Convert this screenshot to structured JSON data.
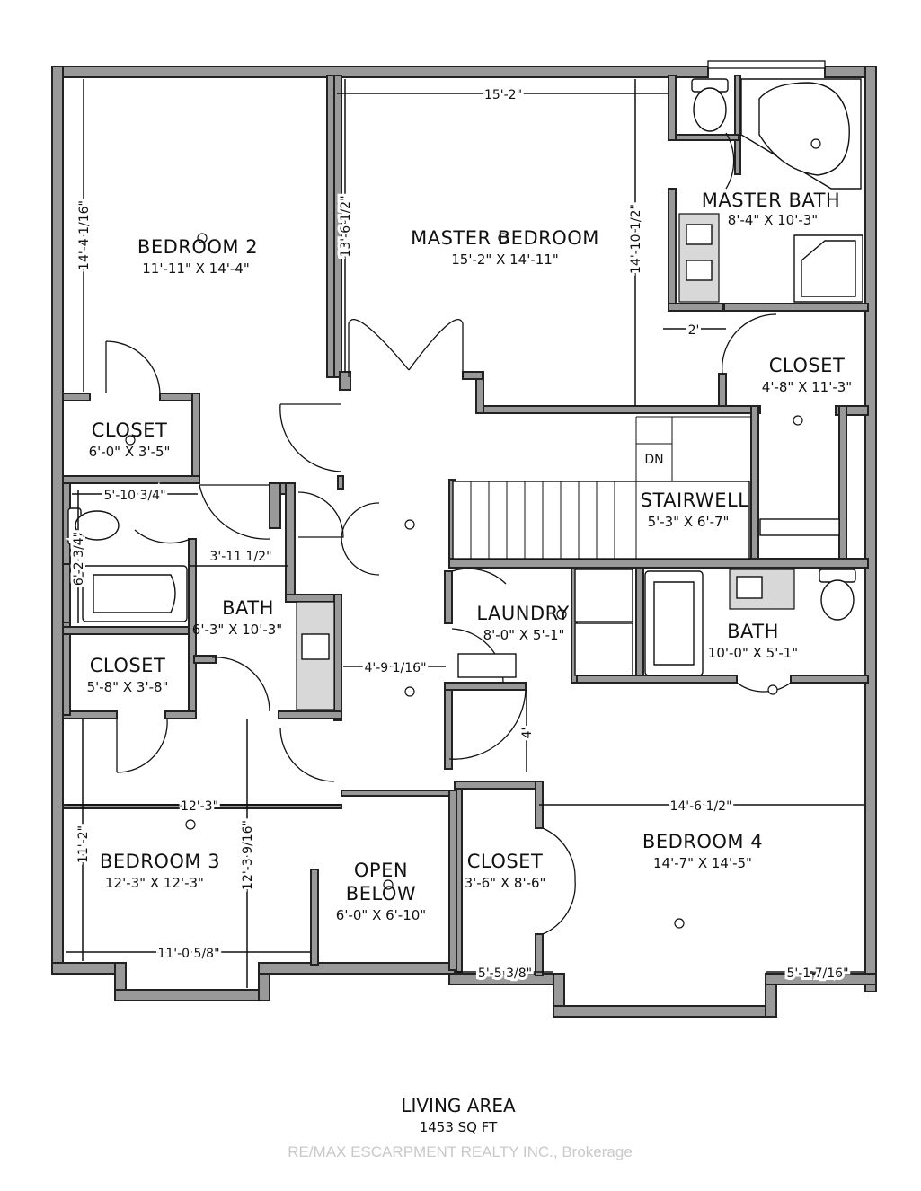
{
  "rooms": {
    "bedroom2": {
      "name": "BEDROOM 2",
      "dims": "11'-11\" X 14'-4\""
    },
    "master_bedroom": {
      "name": "MASTER BEDROOM",
      "dims": "15'-2\" X 14'-11\""
    },
    "master_bath": {
      "name": "MASTER BATH",
      "dims": "8'-4\" X 10'-3\""
    },
    "closet_master": {
      "name": "CLOSET",
      "dims": "4'-8\" X 11'-3\""
    },
    "closet_b2": {
      "name": "CLOSET",
      "dims": "6'-0\" X 3'-5\""
    },
    "stairwell": {
      "name": "STAIRWELL",
      "dims": "5'-3\" X 6'-7\""
    },
    "bath_main": {
      "name": "BATH",
      "dims": "6'-3\" X 10'-3\""
    },
    "laundry": {
      "name": "LAUNDRY",
      "dims": "8'-0\" X 5'-1\""
    },
    "bath_right": {
      "name": "BATH",
      "dims": "10'-0\" X 5'-1\""
    },
    "closet_b3": {
      "name": "CLOSET",
      "dims": "5'-8\" X 3'-8\""
    },
    "bedroom3": {
      "name": "BEDROOM 3",
      "dims": "12'-3\" X 12'-3\""
    },
    "open_below": {
      "name1": "OPEN",
      "name2": "BELOW",
      "dims": "6'-0\" X 6'-10\""
    },
    "closet_b4": {
      "name": "CLOSET",
      "dims": "3'-6\" X 8'-6\""
    },
    "bedroom4": {
      "name": "BEDROOM 4",
      "dims": "14'-7\" X 14'-5\""
    }
  },
  "dimensions": {
    "d_15_2": "15'-2\"",
    "d_14_4_1_16": "14'-4 1/16\"",
    "d_13_6_1_2": "13'-6 1/2\"",
    "d_14_10_1_2": "14'-10 1/2\"",
    "d_2": "2'",
    "d_5_10_3_4": "5'-10 3/4\"",
    "d_6_2_3_4": "6'-2 3/4\"",
    "d_3_11_1_2": "3'-11 1/2\"",
    "d_4_9_1_16": "4'-9 1/16\"",
    "d_4": "4'",
    "d_12_3": "12'-3\"",
    "d_11_2": "11'-2\"",
    "d_12_3_9_16": "12'-3 9/16\"",
    "d_11_0_5_8": "11'-0 5/8\"",
    "d_14_6_1_2": "14'-6 1/2\"",
    "d_5_5_3_8": "5'-5 3/8\"",
    "d_5_1_7_16": "5'-1 7/16\"",
    "dn": "DN"
  },
  "footer": {
    "title": "LIVING AREA",
    "area": "1453 SQ FT",
    "watermark": "RE/MAX ESCARPMENT REALTY INC., Brokerage"
  }
}
